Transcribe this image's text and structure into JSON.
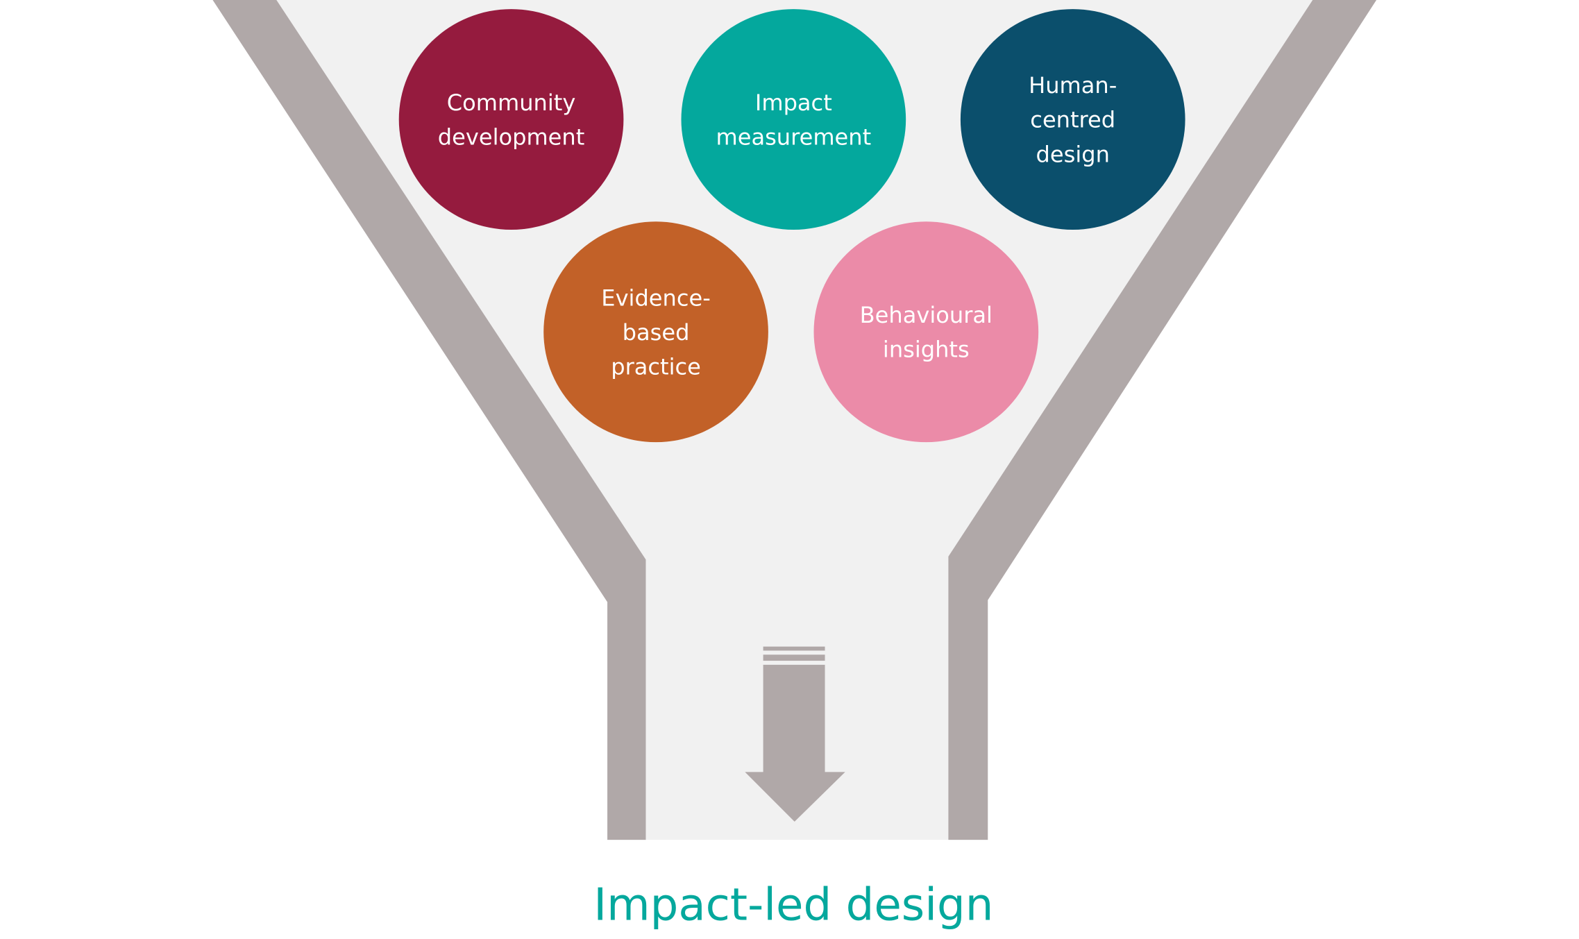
{
  "title": "Impact-led design",
  "colors": {
    "funnel_wall": "#b0a8a8",
    "funnel_fill": "#f1f1f1",
    "title": "#05a89d"
  },
  "circles": [
    {
      "lines": [
        "Community",
        "development"
      ],
      "color": "#951b3e"
    },
    {
      "lines": [
        "Impact",
        "measurement"
      ],
      "color": "#04a89d"
    },
    {
      "lines": [
        "Human-",
        "centred",
        "design"
      ],
      "color": "#0b4f6c"
    },
    {
      "lines": [
        "Evidence-",
        "based",
        "practice"
      ],
      "color": "#c26128"
    },
    {
      "lines": [
        "Behavioural",
        "insights"
      ],
      "color": "#eb8ba8"
    }
  ]
}
